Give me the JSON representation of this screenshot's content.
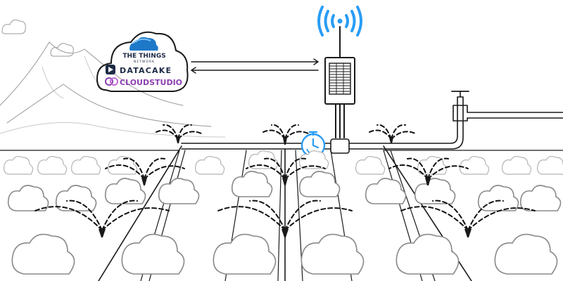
{
  "cloud_services": {
    "ttn_line1": "THE THINGS",
    "ttn_line2": "NETWORK",
    "datacake": "DATACAKE",
    "cloudstudio": "CLOUDSTUDIO"
  },
  "icons": {
    "wireless": "wifi-signal-icon",
    "timer": "stopwatch-timer-icon",
    "faucet": "water-tap-icon",
    "gateway": "solar-iot-device-icon"
  },
  "colors": {
    "signal": "#2a9df4",
    "ttn_blue": "#1e78c8",
    "datacake_dark": "#1d2a44",
    "cloudstudio_purple": "#8a3fb0",
    "timer": "#2a9df4"
  }
}
